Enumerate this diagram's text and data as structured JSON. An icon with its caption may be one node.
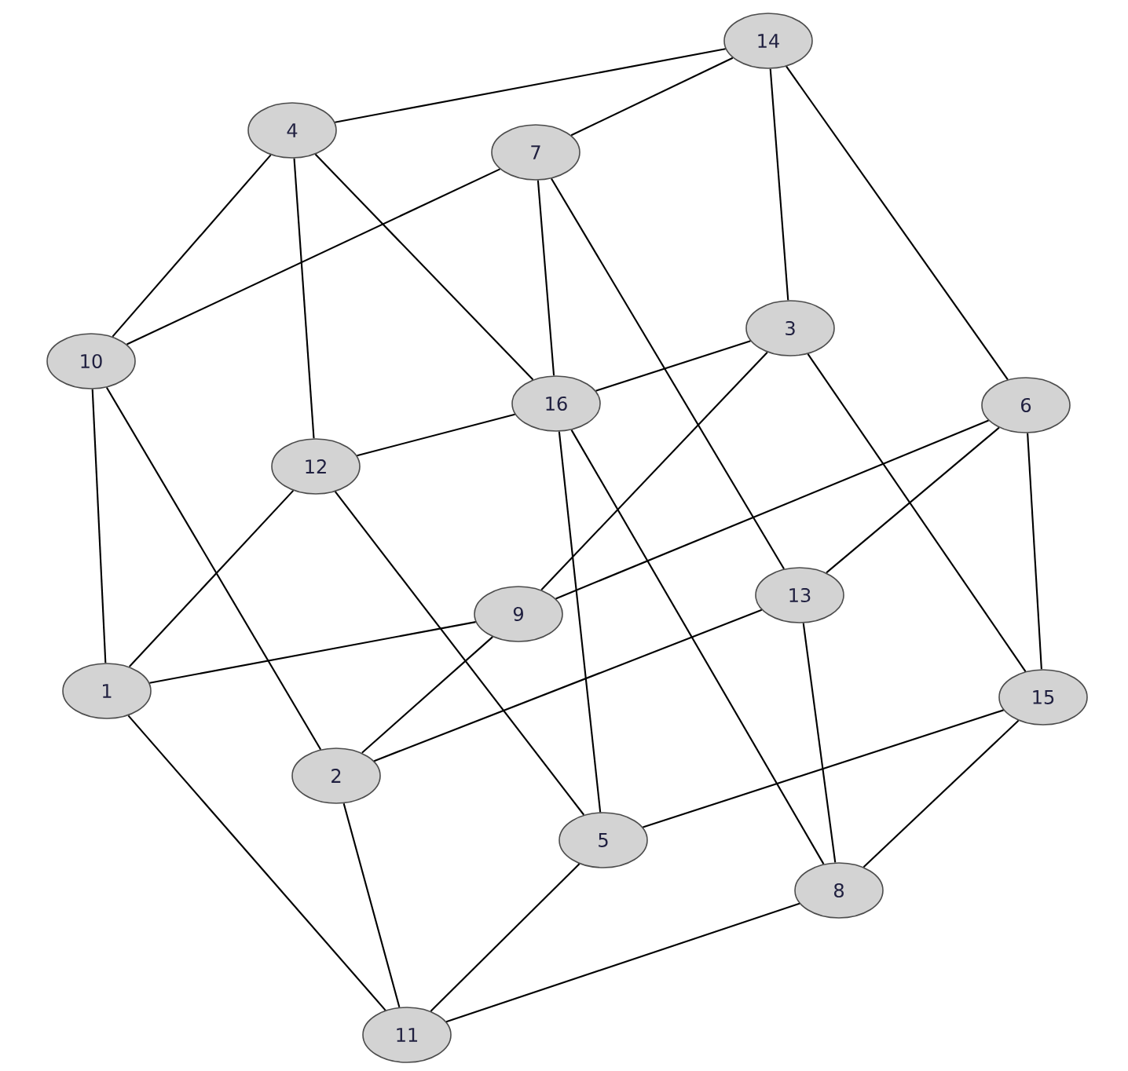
{
  "diagram": {
    "nodes": [
      {
        "text": [
          "1"
        ]
      },
      {
        "text": [
          "2"
        ]
      },
      {
        "text": [
          "3"
        ]
      },
      {
        "text": [
          "4"
        ]
      },
      {
        "text": [
          "5"
        ]
      },
      {
        "text": [
          "6"
        ]
      },
      {
        "text": [
          "7"
        ]
      },
      {
        "text": [
          "8"
        ]
      },
      {
        "text": [
          "9"
        ]
      },
      {
        "text": [
          "10"
        ]
      },
      {
        "text": [
          "11"
        ]
      },
      {
        "text": [
          "12"
        ]
      },
      {
        "text": [
          "13"
        ]
      },
      {
        "text": [
          "14"
        ]
      },
      {
        "text": [
          "15"
        ]
      },
      {
        "text": [
          "16"
        ]
      }
    ],
    "edges": [
      {
        "from": 13,
        "to": 3,
        "arrow": "none"
      },
      {
        "from": 13,
        "to": 6,
        "arrow": "none"
      },
      {
        "from": 13,
        "to": 2,
        "arrow": "none"
      },
      {
        "from": 13,
        "to": 5,
        "arrow": "none"
      },
      {
        "from": 3,
        "to": 9,
        "arrow": "none"
      },
      {
        "from": 3,
        "to": 11,
        "arrow": "none"
      },
      {
        "from": 3,
        "to": 15,
        "arrow": "none"
      },
      {
        "from": 6,
        "to": 9,
        "arrow": "none"
      },
      {
        "from": 6,
        "to": 15,
        "arrow": "none"
      },
      {
        "from": 6,
        "to": 12,
        "arrow": "none"
      },
      {
        "from": 9,
        "to": 0,
        "arrow": "none"
      },
      {
        "from": 9,
        "to": 1,
        "arrow": "none"
      },
      {
        "from": 2,
        "to": 15,
        "arrow": "none"
      },
      {
        "from": 2,
        "to": 8,
        "arrow": "none"
      },
      {
        "from": 2,
        "to": 14,
        "arrow": "none"
      },
      {
        "from": 15,
        "to": 11,
        "arrow": "none"
      },
      {
        "from": 15,
        "to": 4,
        "arrow": "none"
      },
      {
        "from": 15,
        "to": 7,
        "arrow": "none"
      },
      {
        "from": 5,
        "to": 8,
        "arrow": "none"
      },
      {
        "from": 5,
        "to": 12,
        "arrow": "none"
      },
      {
        "from": 5,
        "to": 14,
        "arrow": "none"
      },
      {
        "from": 11,
        "to": 0,
        "arrow": "none"
      },
      {
        "from": 11,
        "to": 4,
        "arrow": "none"
      },
      {
        "from": 8,
        "to": 0,
        "arrow": "none"
      },
      {
        "from": 8,
        "to": 1,
        "arrow": "none"
      },
      {
        "from": 12,
        "to": 1,
        "arrow": "none"
      },
      {
        "from": 12,
        "to": 7,
        "arrow": "none"
      },
      {
        "from": 14,
        "to": 4,
        "arrow": "none"
      },
      {
        "from": 14,
        "to": 7,
        "arrow": "none"
      },
      {
        "from": 0,
        "to": 10,
        "arrow": "none"
      },
      {
        "from": 1,
        "to": 10,
        "arrow": "none"
      },
      {
        "from": 4,
        "to": 10,
        "arrow": "none"
      },
      {
        "from": 7,
        "to": 10,
        "arrow": "none"
      }
    ]
  }
}
